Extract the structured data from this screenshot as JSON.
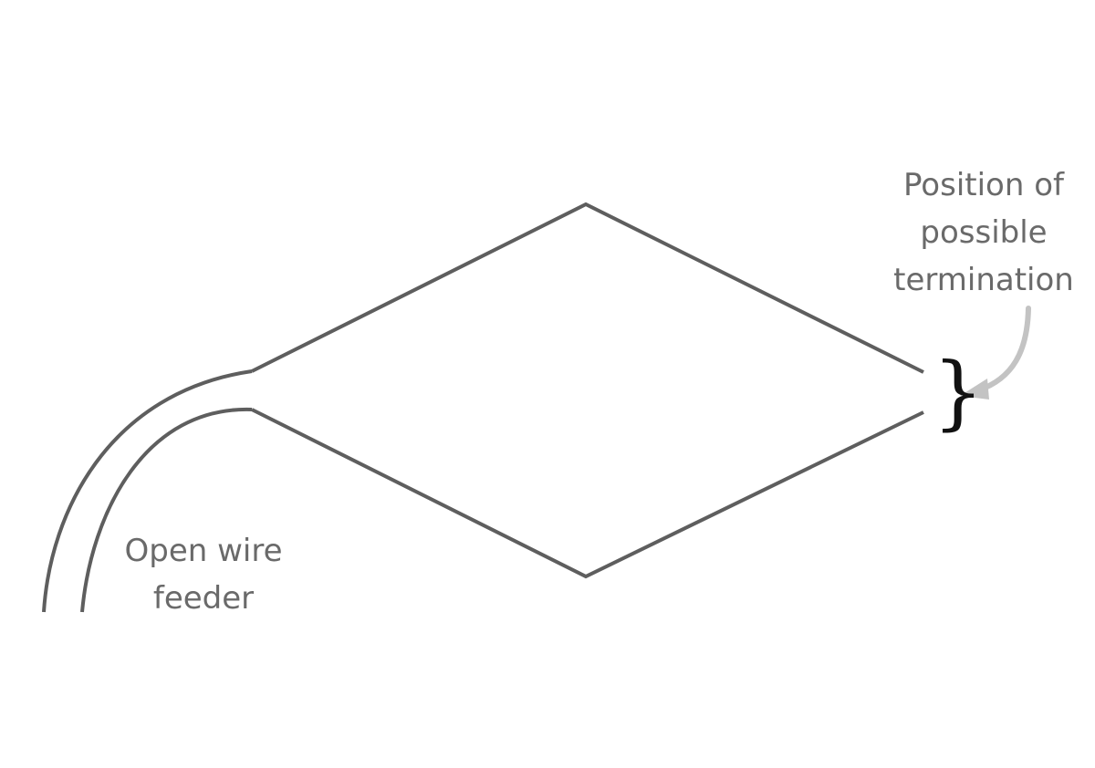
{
  "diagram": {
    "labels": {
      "termination": [
        "Position of",
        "possible",
        "termination"
      ],
      "feeder": [
        "Open wire",
        "feeder"
      ]
    },
    "brace_symbol": "}",
    "colors": {
      "wire": "#5e5e5e",
      "arrow": "#c3c3c3",
      "text": "#6a6a6a",
      "brace": "#111111"
    }
  }
}
